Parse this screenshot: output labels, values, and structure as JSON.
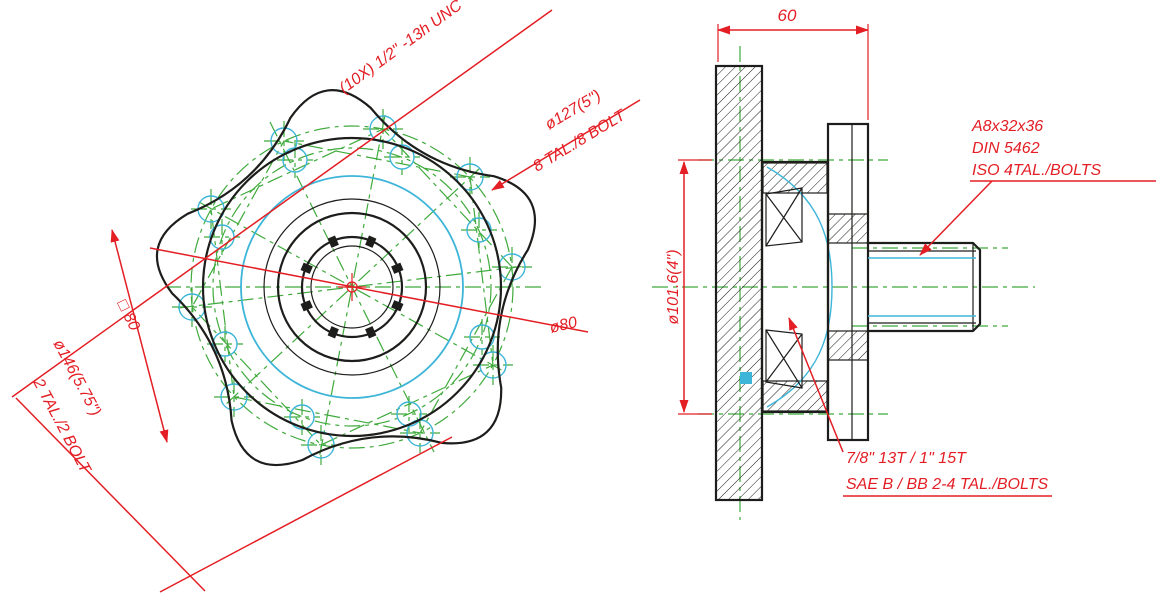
{
  "drawing": {
    "front_view": {
      "callout_10x": "(10X) 1/2\" -13h UNC",
      "dia127": "ø127(5\")",
      "bolt8_note": "8 TAL./8 BOLT",
      "square80": "□ 80",
      "dia146": "ø146(5.75\")",
      "bolt2_note": "2 TAL./2 BOLT",
      "dia80": "ø80"
    },
    "side_view": {
      "width_60": "60",
      "dia101": "ø101.6(4\")",
      "spline_spec_1": "A8x32x36",
      "spline_spec_2": "DIN 5462",
      "spline_spec_3": "ISO 4TAL./BOLTS",
      "shaft_spec_1": "7/8\" 13T / 1\" 15T",
      "shaft_spec_2": "SAE B / BB 2-4 TAL./BOLTS"
    },
    "colors": {
      "dimension": "#e31e24",
      "centerline": "#3faa3c",
      "outline": "#1d1d1b",
      "accent": "#3db5d8"
    }
  }
}
